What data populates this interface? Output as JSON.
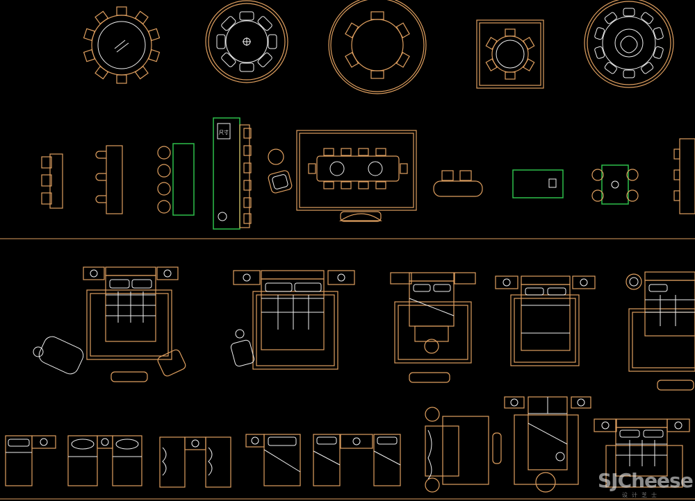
{
  "watermark": {
    "brand": "SJCheese",
    "sub": "设计芝士"
  },
  "green_label": "尺寸",
  "colors": {
    "background": "#000000",
    "furniture_outline": "#e0a060",
    "detail_lines": "#f2f2f2",
    "highlight": "#2ec04a",
    "divider": "#e0a060"
  }
}
